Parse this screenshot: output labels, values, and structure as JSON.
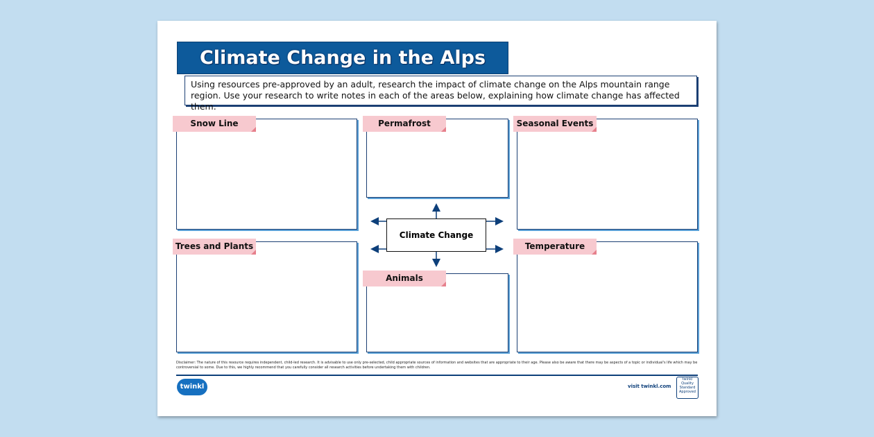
{
  "title": "Climate Change in the Alps",
  "instructions": "Using resources pre-approved by an adult, research the impact of climate change on the Alps mountain range region. Use your research to write notes in each of the areas below, explaining how climate change has affected them.",
  "center_label": "Climate Change",
  "sections": [
    "Snow Line",
    "Permafrost",
    "Seasonal Events",
    "Trees and Plants",
    "Animals",
    "Temperature"
  ],
  "disclaimer": "Disclaimer: The nature of this resource requires independent, child-led research. It is advisable to use only pre-selected, child appropriate sources of information and websites that are appropriate to their age. Please also be aware that there may be aspects of a topic or individual's life which may be controversial to some. Due to this, we highly recommend that you carefully consider all research activities before undertaking them with children.",
  "footer": {
    "logo": "twinkl",
    "visit": "visit twinkl.com",
    "badge": "twinkl Quality Standard Approved"
  },
  "colors": {
    "banner": "#0d5a9b",
    "tag": "#f7c9cf",
    "background": "#c2ddf0"
  }
}
